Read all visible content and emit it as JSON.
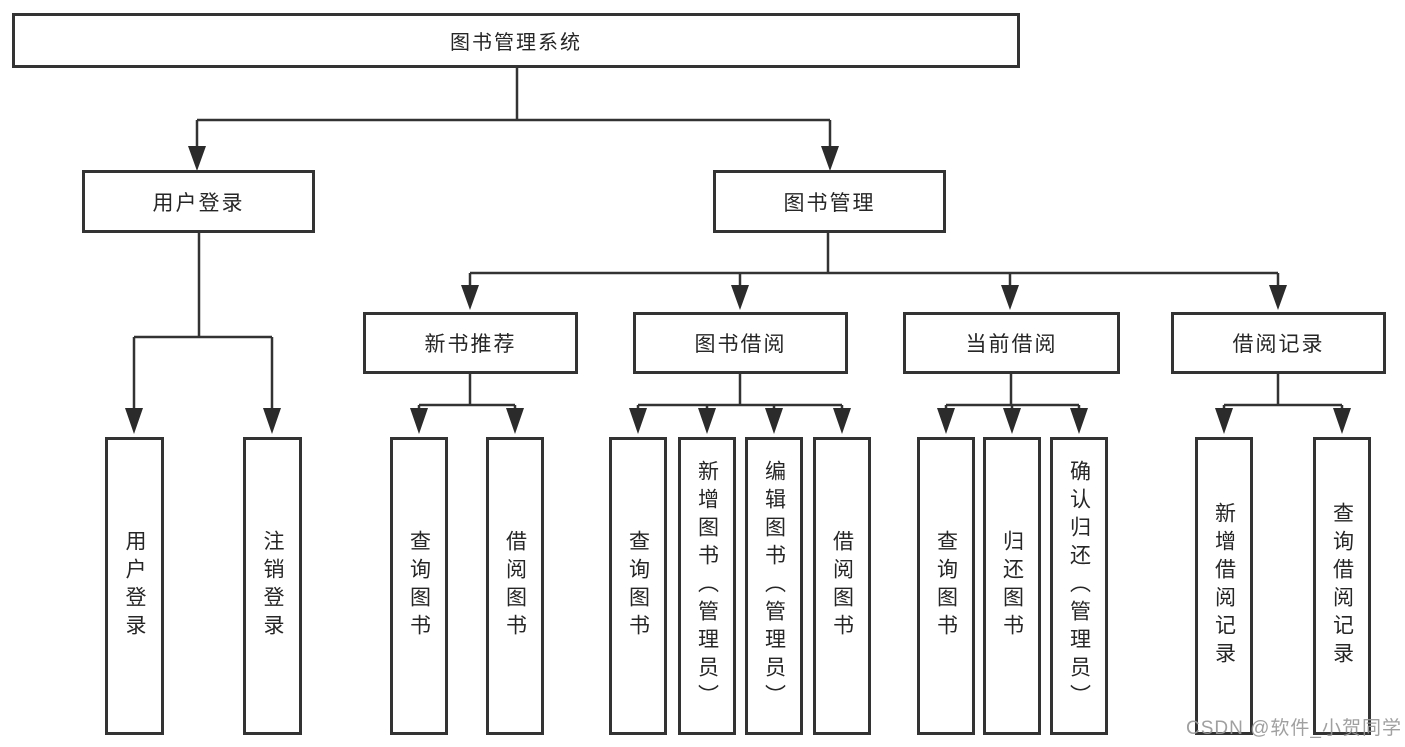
{
  "colors": {
    "line": "#333333",
    "box_border": "#333333",
    "box_fill": "#ffffff",
    "text": "#262626",
    "background": "#ffffff",
    "watermark": "#989898"
  },
  "diagram": {
    "root": {
      "label": "图书管理系统"
    },
    "branches": [
      {
        "label": "用户登录",
        "children": [
          {
            "label": "用户登录"
          },
          {
            "label": "注销登录"
          }
        ]
      },
      {
        "label": "图书管理",
        "children": [
          {
            "label": "新书推荐",
            "children": [
              {
                "label": "查询图书"
              },
              {
                "label": "借阅图书"
              }
            ]
          },
          {
            "label": "图书借阅",
            "children": [
              {
                "label": "查询图书"
              },
              {
                "label": "新增图书（管理员）"
              },
              {
                "label": "编辑图书（管理员）"
              },
              {
                "label": "借阅图书"
              }
            ]
          },
          {
            "label": "当前借阅",
            "children": [
              {
                "label": "查询图书"
              },
              {
                "label": "归还图书"
              },
              {
                "label": "确认归还（管理员）"
              }
            ]
          },
          {
            "label": "借阅记录",
            "children": [
              {
                "label": "新增借阅记录"
              },
              {
                "label": "查询借阅记录"
              }
            ]
          }
        ]
      }
    ]
  },
  "watermark": {
    "text": "CSDN @软件_小贺同学"
  }
}
